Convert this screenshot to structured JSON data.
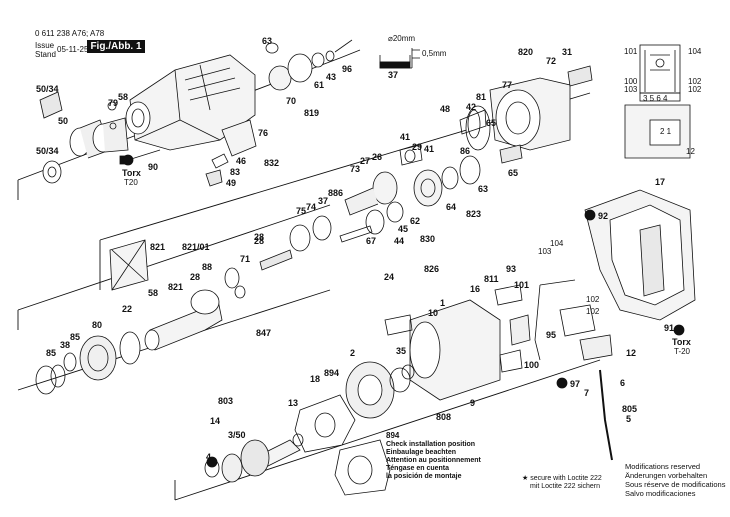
{
  "header": {
    "part_no": "0 611 238 A76; A78",
    "issue_label": "Issue",
    "stand_label": "Stand",
    "issue_date": "05-11-25",
    "figure_label": "Fig./Abb. 1"
  },
  "labels": {
    "n20mm": "⌀20mm",
    "n05mm": "0,5mm",
    "n37": "37",
    "n63": "63",
    "n96": "96",
    "n43": "43",
    "n61": "61",
    "n70": "70",
    "n819": "819",
    "n50_34a": "50/34",
    "n79": "79",
    "n58a": "58",
    "n50": "50",
    "n50_34b": "50/34",
    "n76": "76",
    "n46": "46",
    "n83": "83",
    "n49": "49",
    "n832": "832",
    "n90": "90",
    "torx_a": "Torx",
    "t20_a": "T20",
    "n820": "820",
    "n31": "31",
    "n72": "72",
    "n77": "77",
    "n101": "101",
    "n104": "104",
    "n100a": "100",
    "n103": "103",
    "n102a": "102",
    "n102b": "102",
    "wiring": "3 5 6 4",
    "n12a": "12",
    "n21": "2 1",
    "n48": "48",
    "n42": "42",
    "n81": "81",
    "n65a": "65",
    "n41a": "41",
    "n29": "29",
    "n41b": "41",
    "n27": "27",
    "n26": "26",
    "n73": "73",
    "n86": "86",
    "n65b": "65",
    "n64": "64",
    "n63b": "63",
    "n823": "823",
    "n886": "886",
    "n37b": "37",
    "n75": "75",
    "n74": "74",
    "n28a": "28",
    "n62": "62",
    "n830": "830",
    "n67": "67",
    "n45": "45",
    "n44": "44",
    "n24": "24",
    "n826": "826",
    "n821": "821",
    "n821_01": "821/01",
    "n28b": "28",
    "n71": "71",
    "n88": "88",
    "n28c": "28",
    "n58b": "58",
    "n821b": "821",
    "n22": "22",
    "n80": "80",
    "n85a": "85",
    "n38": "38",
    "n85b": "85",
    "n847": "847",
    "n17": "17",
    "n92": "92",
    "n104b": "104",
    "n103b": "103",
    "n93": "93",
    "n811": "811",
    "n16": "16",
    "n101b": "101",
    "n102c": "102",
    "n10": "10",
    "n1": "1",
    "n2": "2",
    "n35": "35",
    "n894a": "894",
    "n18": "18",
    "n808": "808",
    "n9": "9",
    "n95": "95",
    "n100b": "100",
    "n102d": "102",
    "n12b": "12",
    "n97": "97",
    "n7": "7",
    "n6": "6",
    "n805": "805",
    "n5": "5",
    "n91": "91",
    "torx_b": "Torx",
    "t20_b": "T-20",
    "n803": "803",
    "n13": "13",
    "n14": "14",
    "n3_50": "3/50",
    "n4": "4",
    "n894b": "894"
  },
  "install_note": {
    "code": "894",
    "lines": [
      "Check installation position",
      "Einbaulage beachten",
      "Attention au positionnement",
      "Téngase en cuenta",
      "la posición de montaje"
    ]
  },
  "loctite_note": {
    "lines": [
      "★ secure with Loctite 222",
      "mit Loctite 222 sichern"
    ]
  },
  "modifications": {
    "lines": [
      "Modifications reserved",
      "Änderungen vorbehalten",
      "Sous réserve de modifications",
      "Salvo modificaciones"
    ]
  }
}
